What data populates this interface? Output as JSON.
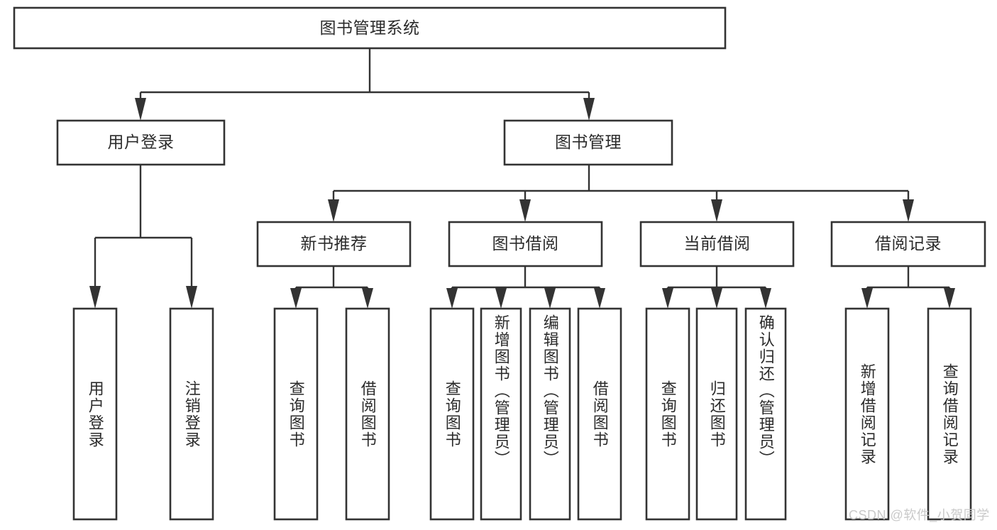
{
  "diagram": {
    "type": "tree-flowchart",
    "title": "图书管理系统",
    "orientation": "top-down",
    "colors": {
      "box_fill": "#ffffff",
      "box_stroke": "#333333",
      "text": "#2b2b2b",
      "background": "#ffffff",
      "watermark": "#c9c9c9"
    },
    "levels": {
      "root": {
        "label": "图书管理系统"
      },
      "level2": [
        {
          "id": "user-login",
          "label": "用户登录"
        },
        {
          "id": "book-management",
          "label": "图书管理"
        }
      ],
      "level3": [
        {
          "id": "new-book-recommend",
          "label": "新书推荐",
          "parent": "book-management"
        },
        {
          "id": "book-borrow",
          "label": "图书借阅",
          "parent": "book-management"
        },
        {
          "id": "current-borrow",
          "label": "当前借阅",
          "parent": "book-management"
        },
        {
          "id": "borrow-record",
          "label": "借阅记录",
          "parent": "book-management"
        }
      ],
      "leaves": [
        {
          "id": "leaf-user-login",
          "label": "用户登录",
          "parent": "user-login"
        },
        {
          "id": "leaf-logout-login",
          "label": "注销登录",
          "parent": "user-login"
        },
        {
          "id": "leaf-query-book-1",
          "label": "查询图书",
          "parent": "new-book-recommend"
        },
        {
          "id": "leaf-borrow-book-1",
          "label": "借阅图书",
          "parent": "new-book-recommend"
        },
        {
          "id": "leaf-query-book-2",
          "label": "查询图书",
          "parent": "book-borrow"
        },
        {
          "id": "leaf-add-book",
          "label": "新增图书（管理员）",
          "parent": "book-borrow"
        },
        {
          "id": "leaf-edit-book",
          "label": "编辑图书（管理员）",
          "parent": "book-borrow"
        },
        {
          "id": "leaf-borrow-book-2",
          "label": "借阅图书",
          "parent": "book-borrow"
        },
        {
          "id": "leaf-query-book-3",
          "label": "查询图书",
          "parent": "current-borrow"
        },
        {
          "id": "leaf-return-book",
          "label": "归还图书",
          "parent": "current-borrow"
        },
        {
          "id": "leaf-confirm-return",
          "label": "确认归还（管理员）",
          "parent": "current-borrow"
        },
        {
          "id": "leaf-add-record",
          "label": "新增借阅记录",
          "parent": "borrow-record"
        },
        {
          "id": "leaf-query-record",
          "label": "查询借阅记录",
          "parent": "borrow-record"
        }
      ]
    }
  },
  "watermark": {
    "text": "CSDN @软件_小贺同学"
  }
}
